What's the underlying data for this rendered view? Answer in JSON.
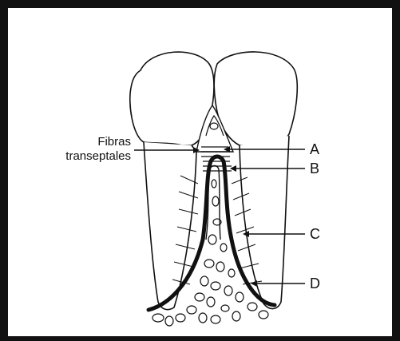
{
  "labels": {
    "fibers_line1": "Fibras",
    "fibers_line2": "transeptales",
    "a": "A",
    "b": "B",
    "c": "C",
    "d": "D"
  }
}
